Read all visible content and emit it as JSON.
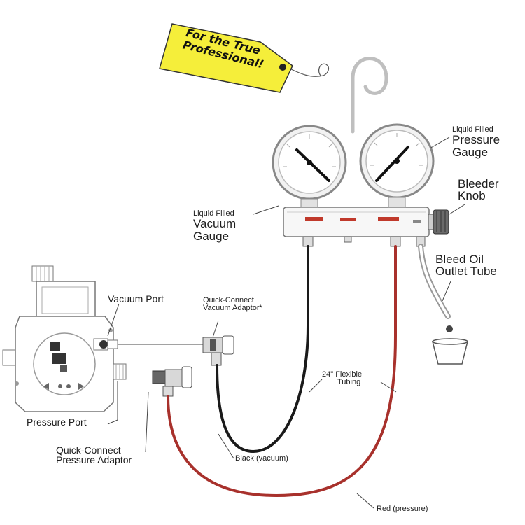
{
  "tag": {
    "lines": [
      "For the True",
      "Professional!"
    ],
    "color": "#f5ee3a"
  },
  "labels": {
    "pressure_gauge": [
      "Liquid Filled",
      "Pressure",
      "Gauge"
    ],
    "vacuum_gauge": [
      "Liquid Filled",
      "Vacuum",
      "Gauge"
    ],
    "bleeder_knob": [
      "Bleeder",
      "Knob"
    ],
    "bleed_oil_outlet": [
      "Bleed Oil",
      "Outlet Tube"
    ],
    "vacuum_port": "Vacuum Port",
    "quick_connect_vacuum": [
      "Quick-Connect",
      "Vacuum Adaptor*"
    ],
    "flexible_tubing": [
      "24\" Flexible",
      "Tubing"
    ],
    "pressure_port": "Pressure Port",
    "quick_connect_pressure": [
      "Quick-Connect",
      "Pressure Adaptor"
    ],
    "black_hose": "Black (vacuum)",
    "red_hose": "Red (pressure)"
  },
  "colors": {
    "red_hose": "#a8312c",
    "black_hose": "#1a1a1a",
    "gauge_red_label": "#c0392b"
  }
}
